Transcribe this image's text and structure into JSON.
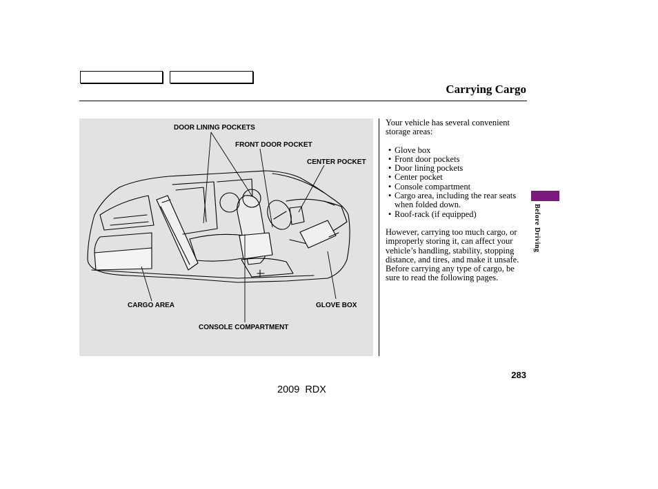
{
  "header": {
    "title": "Carrying Cargo"
  },
  "figure": {
    "labels": {
      "door_lining_pockets": "DOOR LINING POCKETS",
      "front_door_pocket": "FRONT DOOR POCKET",
      "center_pocket": "CENTER POCKET",
      "cargo_area": "CARGO AREA",
      "glove_box": "GLOVE BOX",
      "console_compartment": "CONSOLE COMPARTMENT"
    }
  },
  "body": {
    "intro": "Your vehicle has several convenient storage areas:",
    "items": [
      "Glove box",
      "Front door pockets",
      "Door lining pockets",
      "Center pocket",
      "Console compartment",
      "Cargo area, including the rear seats when folded down.",
      "Roof-rack (if equipped)"
    ],
    "warning": "However, carrying too much cargo, or improperly storing it, can affect your vehicle’s handling, stability, stopping distance, and tires, and make it unsafe. Before carrying any type of cargo, be sure to read the following pages."
  },
  "sidebar": {
    "section": "Before Driving",
    "tab_color": "#7a1a7c"
  },
  "footer": {
    "page_number": "283",
    "model": "2009  RDX"
  }
}
